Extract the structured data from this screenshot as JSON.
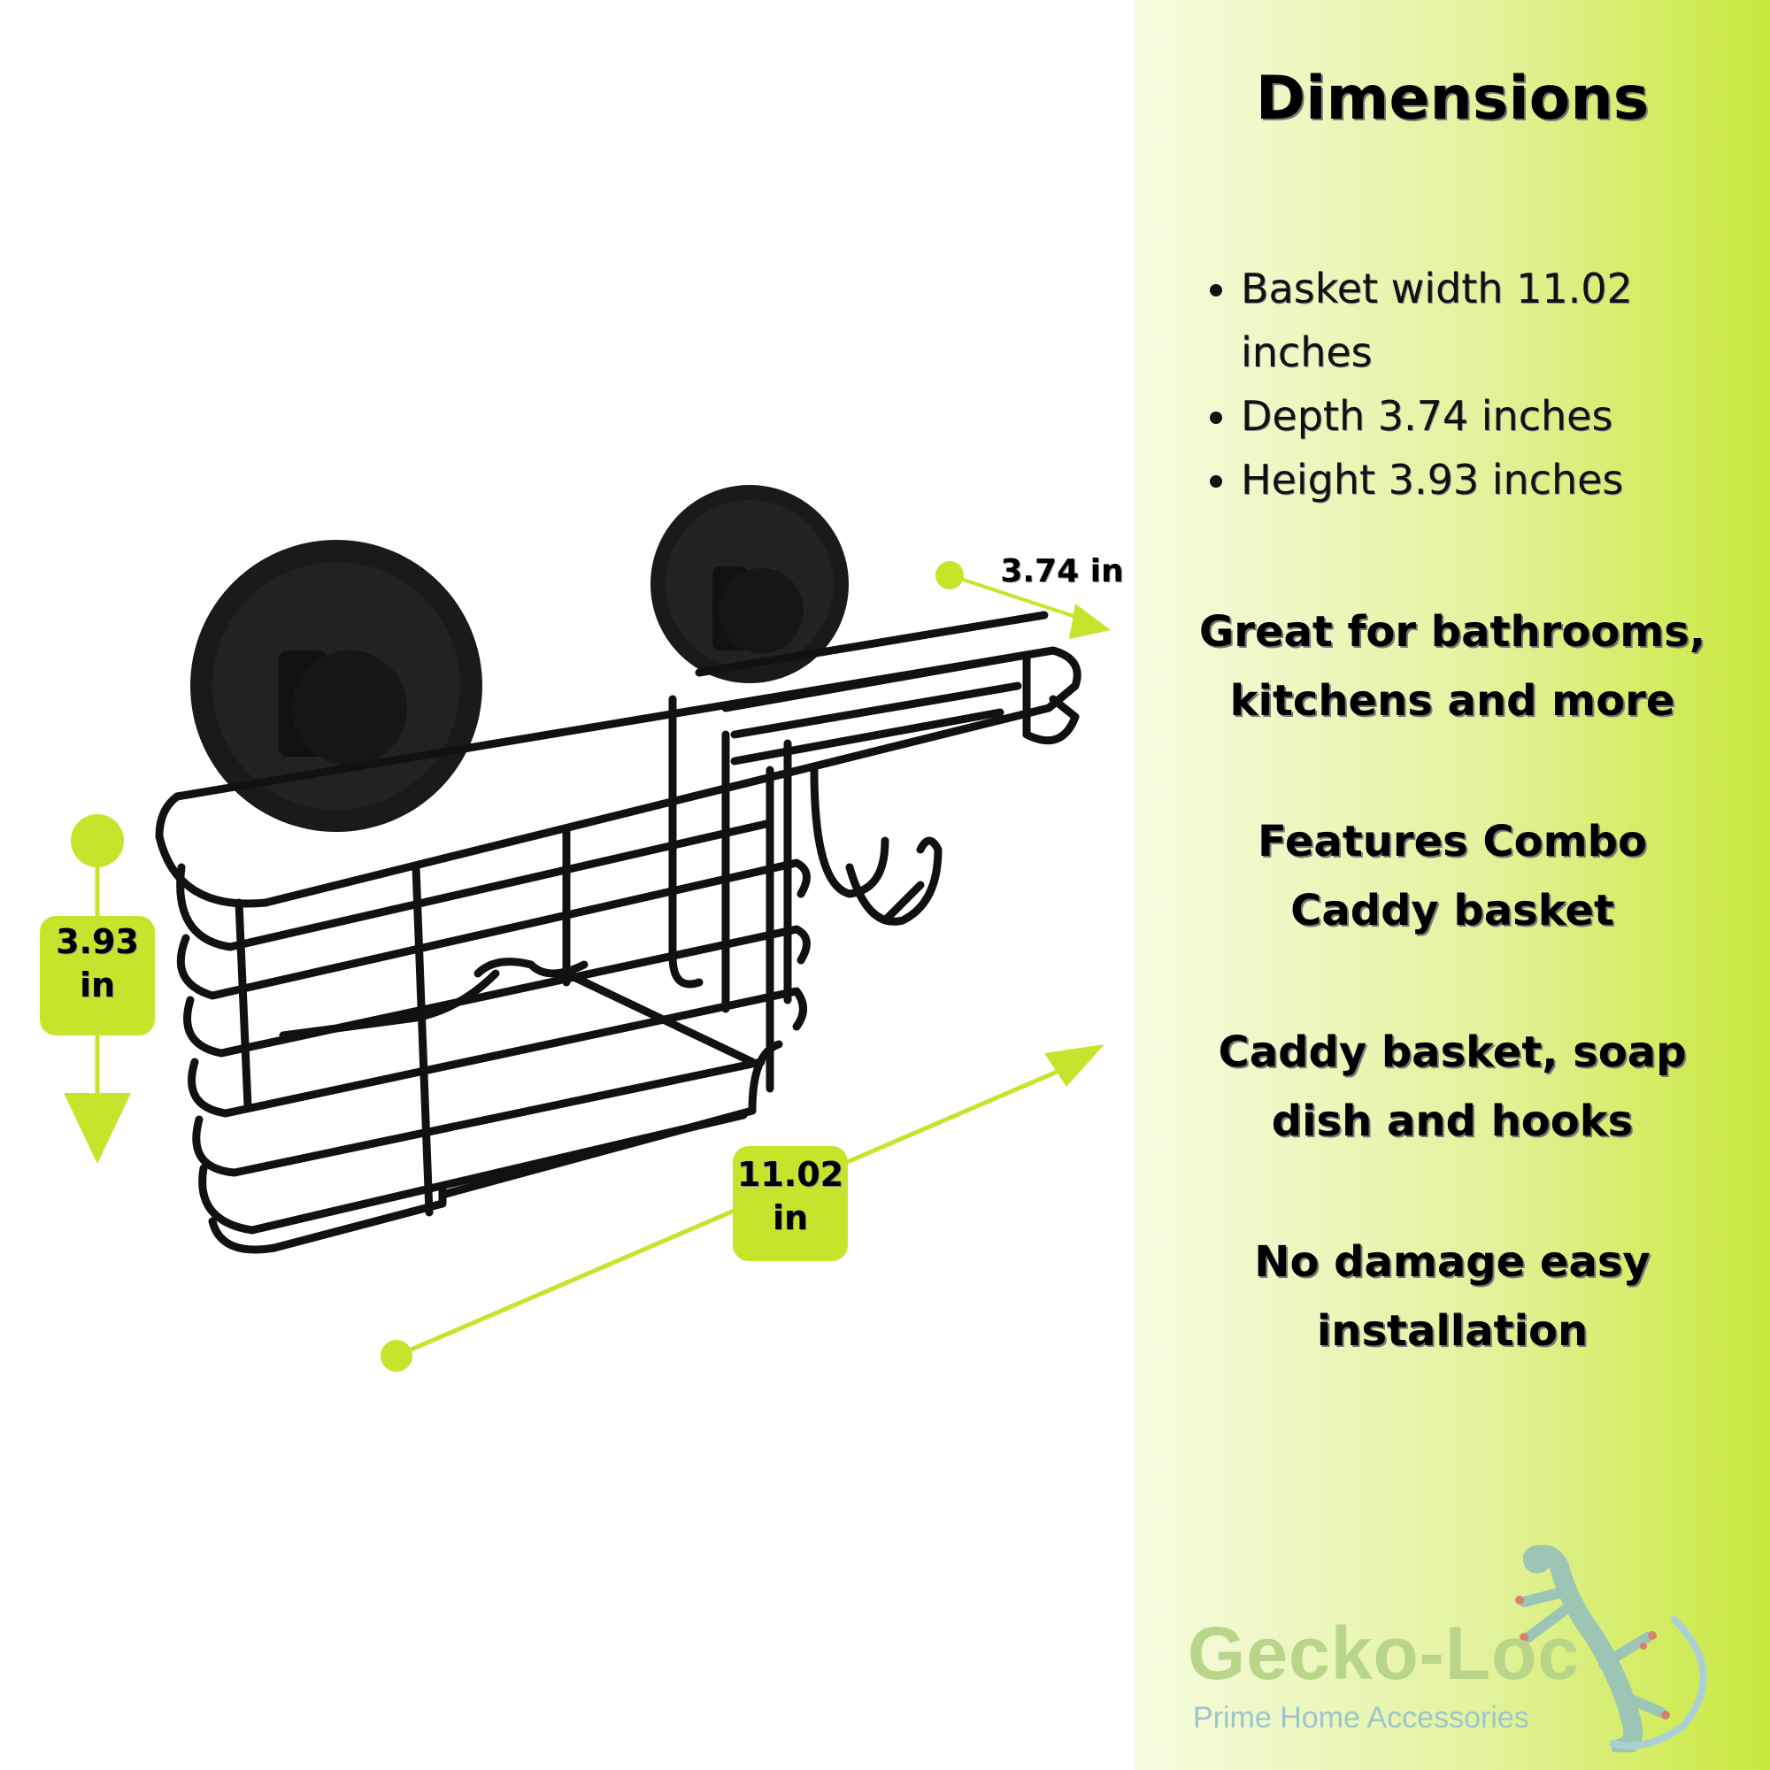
{
  "dimension_labels": {
    "height": "3.93\nin",
    "width": "11.02\nin",
    "depth": "3.74 in"
  },
  "colors": {
    "accent": "#c6e42b",
    "panel_light": "#f6fbe0",
    "panel_dark": "#c9e83d",
    "product": "#111111"
  },
  "info": {
    "title": "Dimensions",
    "specs": [
      "Basket width 11.02 inches",
      "Depth 3.74 inches",
      "Height 3.93 inches"
    ],
    "features": [
      "Great for bathrooms,\nkitchens and more",
      "Features Combo\nCaddy basket",
      "Caddy basket, soap\ndish and hooks",
      "No damage easy\ninstallation"
    ]
  },
  "logo": {
    "name": "Gecko-Loc",
    "tagline": "Prime Home Accessories",
    "icon": "gecko-icon"
  }
}
